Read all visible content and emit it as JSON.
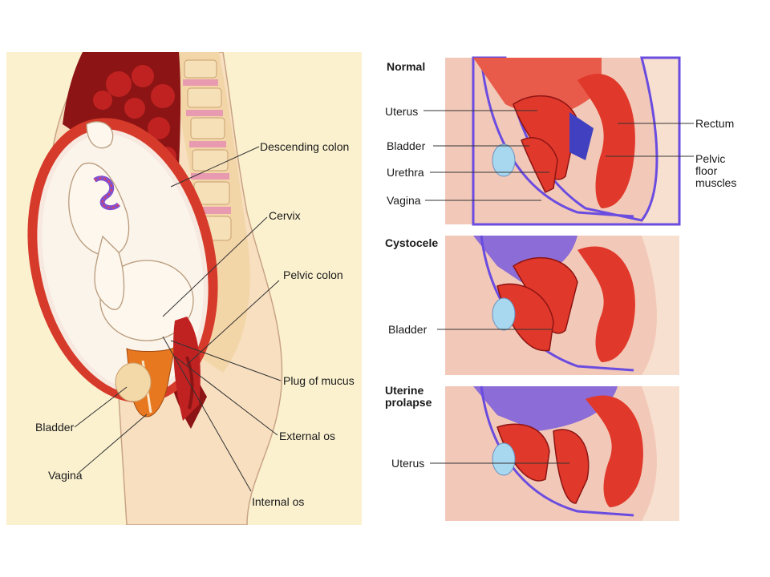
{
  "left_diagram": {
    "labels": {
      "descending_colon": "Descending colon",
      "cervix": "Cervix",
      "pelvic_colon": "Pelvic colon",
      "plug_of_mucus": "Plug of mucus",
      "external_os": "External os",
      "internal_os": "Internal os",
      "bladder": "Bladder",
      "vagina": "Vagina"
    }
  },
  "right_diagrams": {
    "normal": {
      "title": "Normal",
      "labels": {
        "uterus": "Uterus",
        "bladder": "Bladder",
        "urethra": "Urethra",
        "vagina": "Vagina",
        "rectum": "Rectum",
        "pelvic_floor_muscles": "Pelvic floor muscles"
      }
    },
    "cystocele": {
      "title": "Cystocele",
      "labels": {
        "bladder": "Bladder"
      }
    },
    "uterine_prolapse": {
      "title": "Uterine prolapse",
      "labels": {
        "uterus": "Uterus"
      }
    }
  },
  "colors": {
    "left_background": "#fbf1cf",
    "tissue_pink": "#f2c9b8",
    "muscle_red": "#d63a2a",
    "dark_red": "#8c1414",
    "blue": "#6060e0",
    "bladder_blue": "#a8d8f0"
  }
}
